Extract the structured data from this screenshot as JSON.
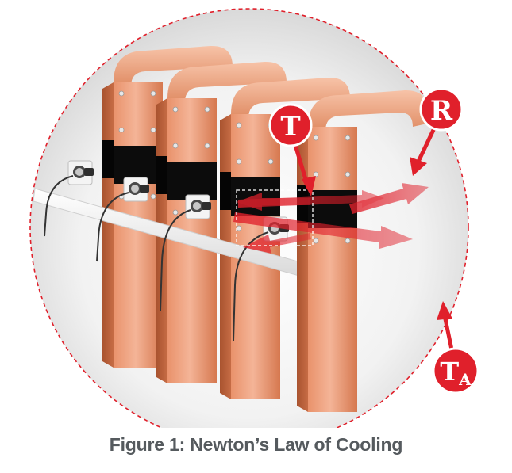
{
  "caption": "Figure 1: Newton’s Law of Cooling",
  "labels": {
    "temperature": "T",
    "resistance": "R",
    "ambient_main": "T",
    "ambient_sub": "A"
  },
  "colors": {
    "accent_red": "#e0202b",
    "copper_light": "#f0a682",
    "copper_mid": "#d97f57",
    "copper_dark": "#b65e3a",
    "band_black": "#0c0c0c",
    "caption_gray": "#555a5e"
  },
  "icons": [
    "sensor-icon",
    "arrow-icon"
  ]
}
